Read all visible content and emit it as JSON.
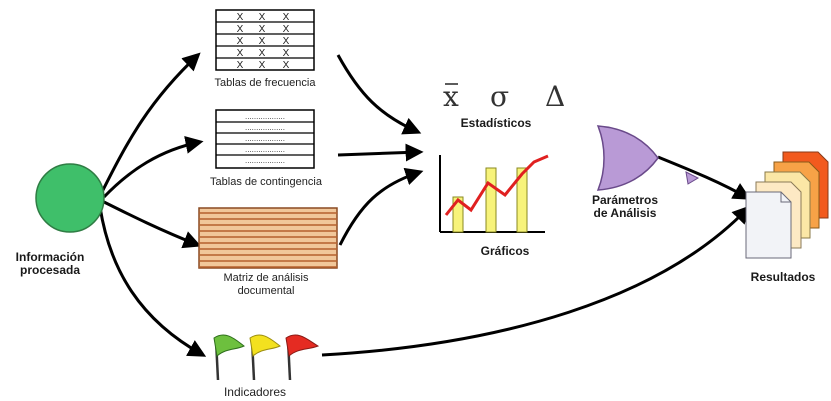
{
  "nodes": {
    "info": "Información procesada",
    "info_line1": "Información",
    "info_line2": "procesada",
    "freq": "Tablas de frecuencia",
    "freq_marks": [
      "X",
      "X",
      "X"
    ],
    "cont": "Tablas de contingencia",
    "cont_dots": "..................",
    "matriz_line1": "Matriz de análisis",
    "matriz_line2": "documental",
    "indicadores": "Indicadores",
    "estadisticos": "Estadísticos",
    "graficos": "Gráficos",
    "parametros_line1": "Parámetros",
    "parametros_line2": "de Análisis",
    "resultados": "Resultados"
  },
  "symbols": {
    "mean": "x",
    "sigma": "σ",
    "delta": "Δ"
  },
  "colors": {
    "green": "#3fbf6a",
    "tan": "#f1c79a",
    "tan_line": "#b5612e",
    "purple": "#b99ad6",
    "bar_yellow": "#f7f37a",
    "line_red": "#e02020",
    "flag_green": "#6dc03e",
    "flag_yellow": "#f3e11f",
    "flag_red": "#e52b22"
  }
}
